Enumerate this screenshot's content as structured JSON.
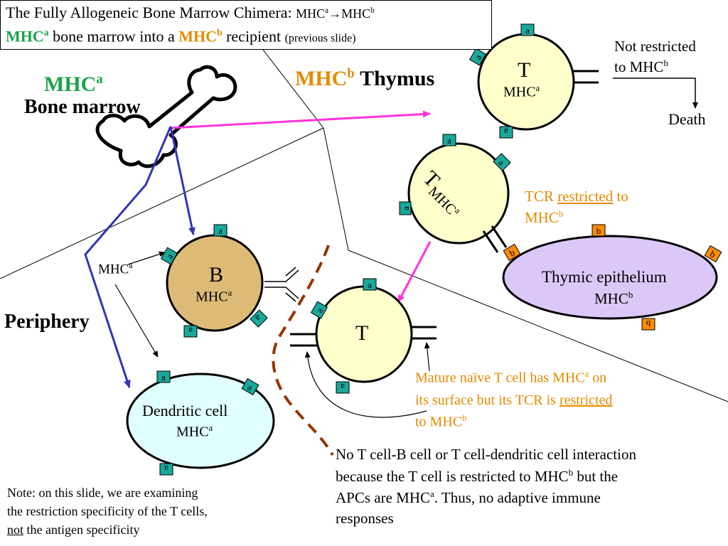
{
  "title": {
    "line1_main": "The Fully Allogeneic Bone Marrow Chimera:",
    "line1_suffix_a": "MHC",
    "line1_sup_a": "a",
    "line1_arrow": "→",
    "line1_suffix_b": "MHC",
    "line1_sup_b": "b",
    "line2_mhc_a": "MHC",
    "line2_sup_a": "a",
    "line2_mid": " bone marrow into a ",
    "line2_mhc_b": "MHC",
    "line2_sup_b": "b",
    "line2_end": " recipient ",
    "line2_note": "(previous slide)"
  },
  "bone_marrow": {
    "mhc": "MHC",
    "sup": "a",
    "label": "Bone marrow"
  },
  "thymus": {
    "mhc": "MHC",
    "sup": "b",
    "label": "Thymus"
  },
  "periphery": {
    "label": "Periphery"
  },
  "not_restricted": {
    "line1": "Not restricted",
    "line2": "to MHC",
    "sup": "b",
    "death": "Death"
  },
  "tcr_note": {
    "tcr": "TCR ",
    "restricted": "restricted",
    "to": " to",
    "line2": "MHC",
    "sup": "b"
  },
  "mhca_label": {
    "text": "MHC",
    "sup": "a"
  },
  "cells": {
    "t_top": {
      "letter": "T",
      "mhc": "MHC",
      "sup": "a"
    },
    "t_mid": {
      "letter": "T",
      "mhc": "MHC",
      "sup": "a"
    },
    "t_periph": {
      "letter": "T"
    },
    "b_cell": {
      "letter": "B",
      "mhc": "MHC",
      "sup": "a"
    },
    "dendritic": {
      "line1": "Dendritic cell",
      "mhc": "MHC",
      "sup": "a"
    },
    "epithelium": {
      "line1": "Thymic epithelium",
      "mhc": "MHC",
      "sup": "b"
    }
  },
  "tags": {
    "a": "a",
    "b": "b"
  },
  "mature_note": {
    "line1": "Mature naïve T cell has MHC",
    "sup1": "a",
    "line1_end": " on",
    "line2": "its surface but its TCR is ",
    "restricted": "restricted",
    "line3": "to MHC",
    "sup3": "b"
  },
  "no_interaction": {
    "line1": "No T cell-B cell or T cell-dendritic cell interaction",
    "line2a": "because the T cell is restricted to MHC",
    "sup2": "b",
    "line2b": " but the",
    "line3a": "APCs are MHC",
    "sup3": "a",
    "line3b": ".  Thus, no adaptive immune",
    "line4": "responses"
  },
  "note": {
    "line1": "Note: on this slide, we are examining",
    "line2": "the restriction specificity of the T cells,",
    "not": "not",
    "line3_end": " the antigen specificity"
  },
  "colors": {
    "green": "#1aa34a",
    "orange": "#e58a00",
    "cell_yellow": "#ffffcc",
    "b_cell": "#ddbb77",
    "dendritic": "#e0ffff",
    "epithelium": "#dcc8f8",
    "tag_green": "#19a89a",
    "tag_orange": "#ff8c00",
    "magenta": "#ff33dd",
    "blue": "#3333bb",
    "dashed": "#993300"
  }
}
